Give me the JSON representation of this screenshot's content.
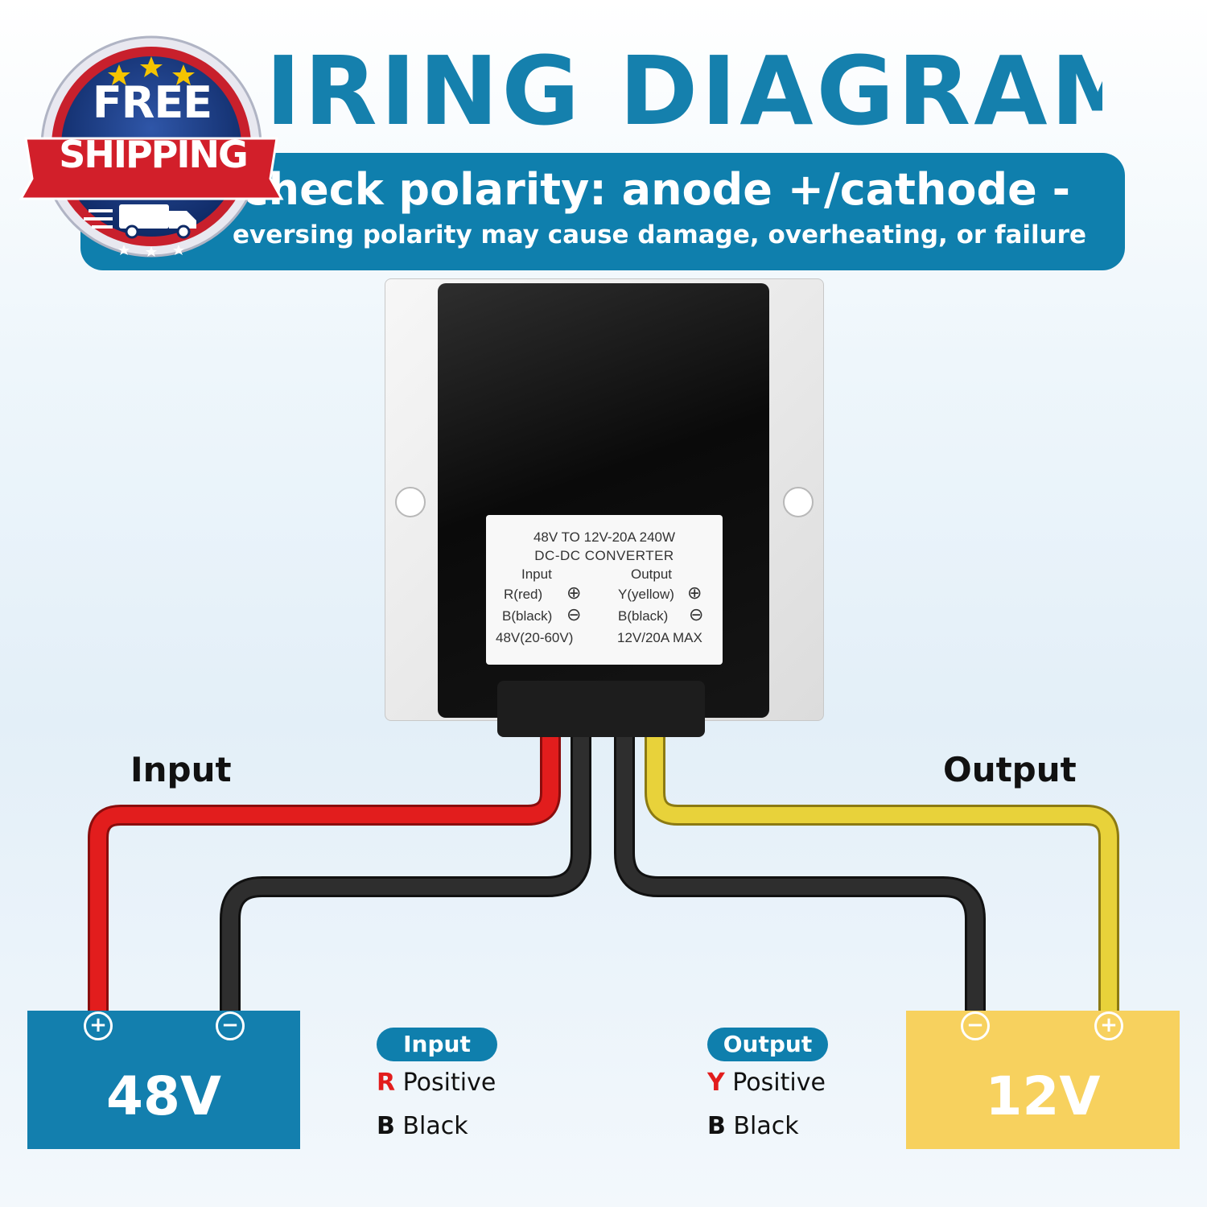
{
  "title": "IRING DIAGRAM",
  "banner": {
    "line1": "check polarity: anode +/cathode -",
    "line2": "eversing polarity may cause damage, overheating, or failure"
  },
  "badge": {
    "line1": "FREE",
    "line2": "SHIPPING",
    "icon": "delivery-truck-icon"
  },
  "converter_label": {
    "line1": "48V TO 12V-20A 240W",
    "line2": "DC-DC CONVERTER",
    "input_heading": "Input",
    "output_heading": "Output",
    "input_positive": "R(red)",
    "input_negative": "B(black)",
    "output_positive": "Y(yellow)",
    "output_negative": "B(black)",
    "input_range": "48V(20-60V)",
    "output_range": "12V/20A MAX",
    "plus_symbol": "⊕",
    "minus_symbol": "⊖"
  },
  "side_labels": {
    "input": "Input",
    "output": "Output"
  },
  "batteries": {
    "input": {
      "label": "48V",
      "plus": "+",
      "minus": "−"
    },
    "output": {
      "label": "12V",
      "plus": "+",
      "minus": "−"
    }
  },
  "legend": {
    "input": {
      "title": "Input",
      "pos_letter": "R",
      "pos_text": " Positive",
      "neg_letter": "B",
      "neg_text": " Black"
    },
    "output": {
      "title": "Output",
      "pos_letter": "Y",
      "pos_text": " Positive",
      "neg_letter": "B",
      "neg_text": " Black"
    }
  },
  "colors": {
    "brand_blue": "#1580ad",
    "wire_red": "#e21d1d",
    "wire_black": "#2a2a2a",
    "wire_yellow": "#e8d23a",
    "battery_yellow": "#f7d15e"
  }
}
